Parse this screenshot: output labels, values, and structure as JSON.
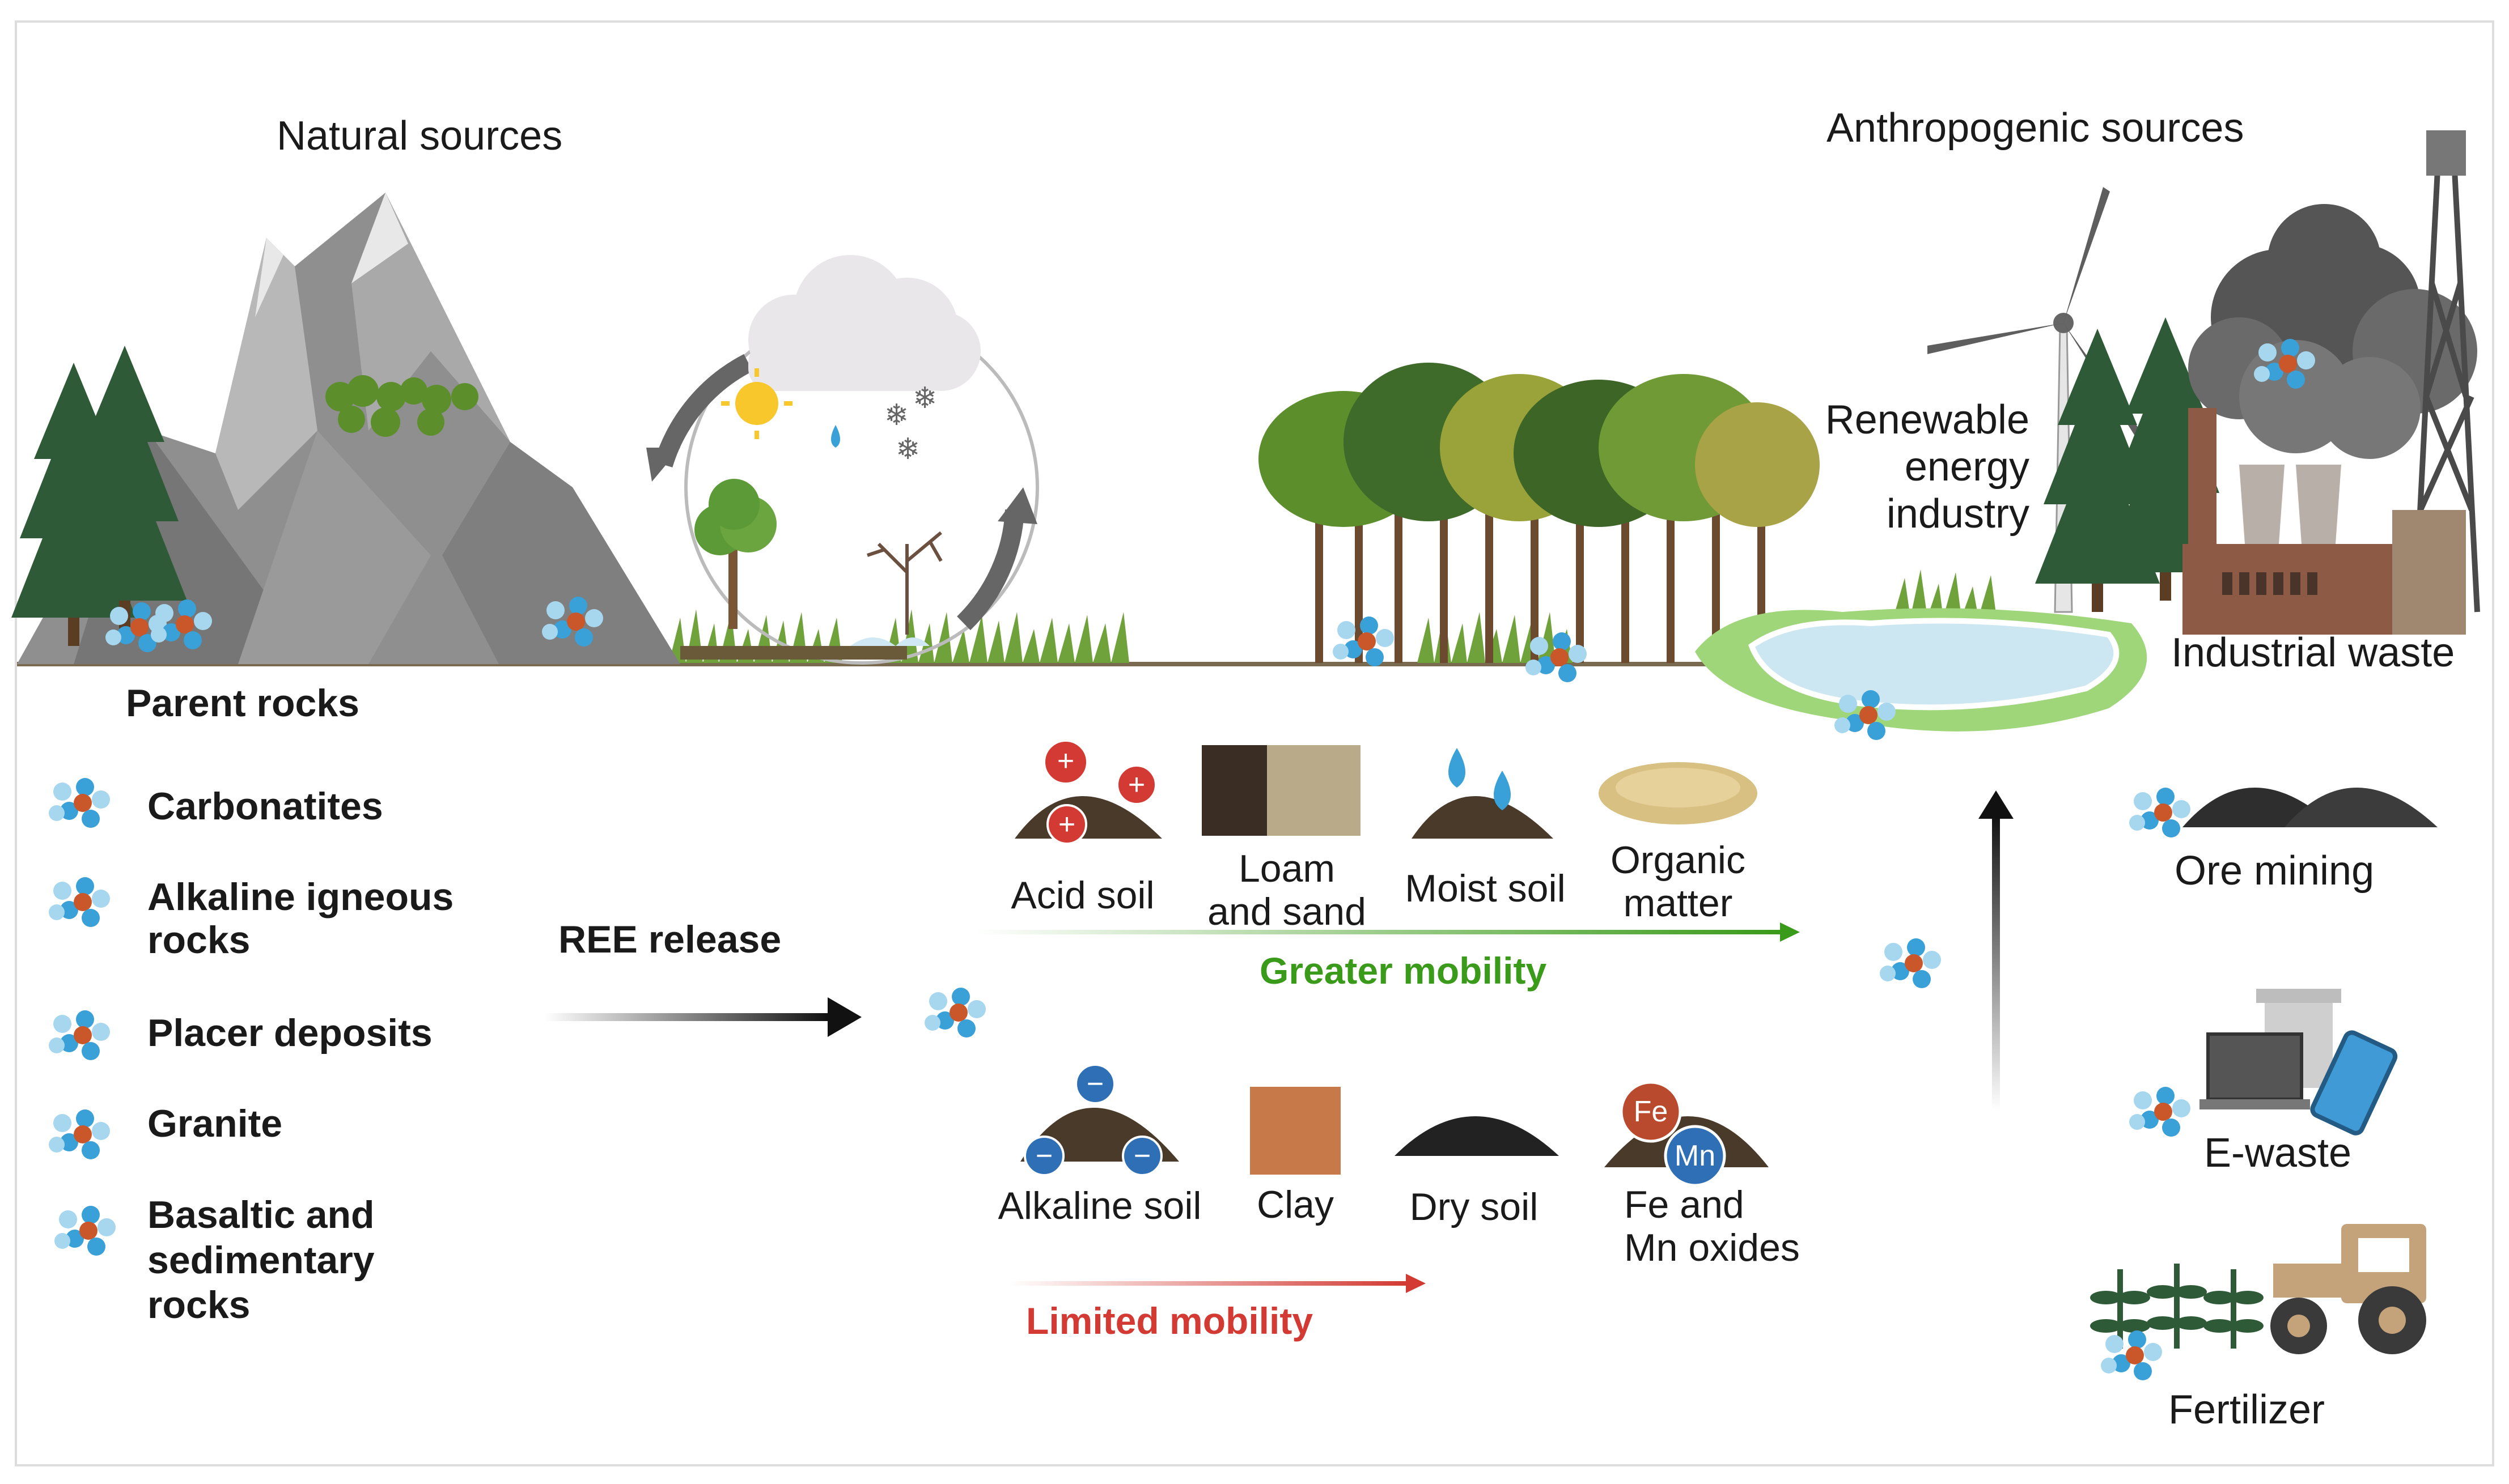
{
  "headings": {
    "natural": "Natural sources",
    "anthropogenic": "Anthropogenic sources"
  },
  "rocks": {
    "title": "Parent rocks",
    "items": [
      "Carbonatites",
      "Alkaline igneous rocks",
      "Placer deposits",
      "Granite",
      "Basaltic and sedimentary rocks"
    ]
  },
  "release": "REE release",
  "greater": {
    "label": "Greater mobility",
    "color": "#3a9a19",
    "items": [
      "Acid soil",
      "Loam and sand",
      "Moist soil",
      "Organic matter"
    ]
  },
  "limited": {
    "label": "Limited mobility",
    "color": "#d23a33",
    "items": [
      "Alkaline soil",
      "Clay",
      "Dry soil",
      "Fe and Mn oxides"
    ]
  },
  "ions": {
    "fe": "Fe",
    "mn": "Mn",
    "plus": "+",
    "minus": "−"
  },
  "sources": {
    "renewable": "Renewable energy industry",
    "industrial": "Industrial waste",
    "ore": "Ore mining",
    "ewaste": "E-waste",
    "fertilizer": "Fertilizer"
  },
  "colors": {
    "ree_blue": "#3aa0d8",
    "ree_orange": "#c9572a",
    "mountain": "#8f8f8f",
    "forest": "#4f7d2a",
    "water": "#cde7f2"
  }
}
